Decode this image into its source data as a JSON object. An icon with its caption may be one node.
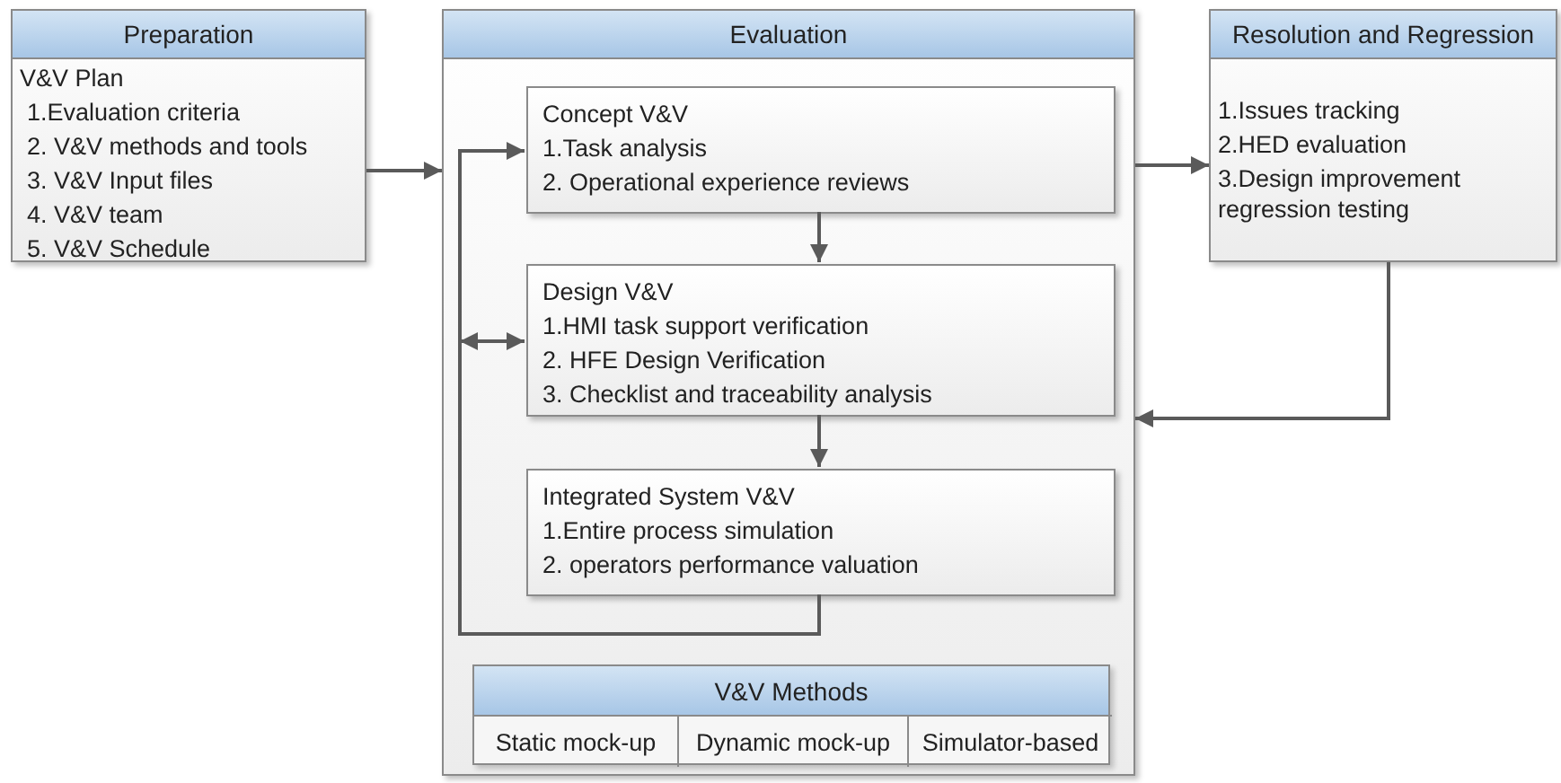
{
  "diagram": {
    "nodes": [
      {
        "text": [
          "Preparation",
          "V&V Plan",
          "1.Evaluation criteria",
          "2. V&V methods and tools",
          "3. V&V Input files",
          "4. V&V team",
          "5. V&V Schedule"
        ]
      },
      {
        "text": [
          "Evaluation"
        ]
      },
      {
        "text": [
          "Concept V&V",
          "1.Task analysis",
          "2. Operational experience reviews"
        ],
        "in": 1
      },
      {
        "text": [
          "Design V&V",
          "1.HMI task support verification",
          "2. HFE Design Verification",
          "3. Checklist and traceability analysis"
        ],
        "in": 1
      },
      {
        "text": [
          "Integrated System V&V",
          "1.Entire process simulation",
          "2. operators performance valuation"
        ],
        "in": 1
      },
      {
        "text": [
          "V&V Methods"
        ],
        "in": 1
      },
      {
        "text": [
          "Static mock-up"
        ],
        "in": 5
      },
      {
        "text": [
          "Dynamic mock-up"
        ],
        "in": 5
      },
      {
        "text": [
          "Simulator-based"
        ],
        "in": 5
      },
      {
        "text": [
          "Resolution and Regression",
          "1.Issues tracking",
          "2.HED evaluation",
          "3.Design improvement regression testing"
        ]
      }
    ],
    "edges": [
      {
        "from": 0,
        "to": 1,
        "arrow": "to"
      },
      {
        "from": 1,
        "to": 9,
        "arrow": "to"
      },
      {
        "from": 9,
        "to": 1,
        "arrow": "to"
      },
      {
        "from": 2,
        "to": 3,
        "arrow": "to"
      },
      {
        "from": 3,
        "to": 4,
        "arrow": "to"
      },
      {
        "from": 4,
        "to": 2,
        "arrow": "to"
      },
      {
        "from": null,
        "to": 3,
        "arrow": "both"
      }
    ]
  }
}
